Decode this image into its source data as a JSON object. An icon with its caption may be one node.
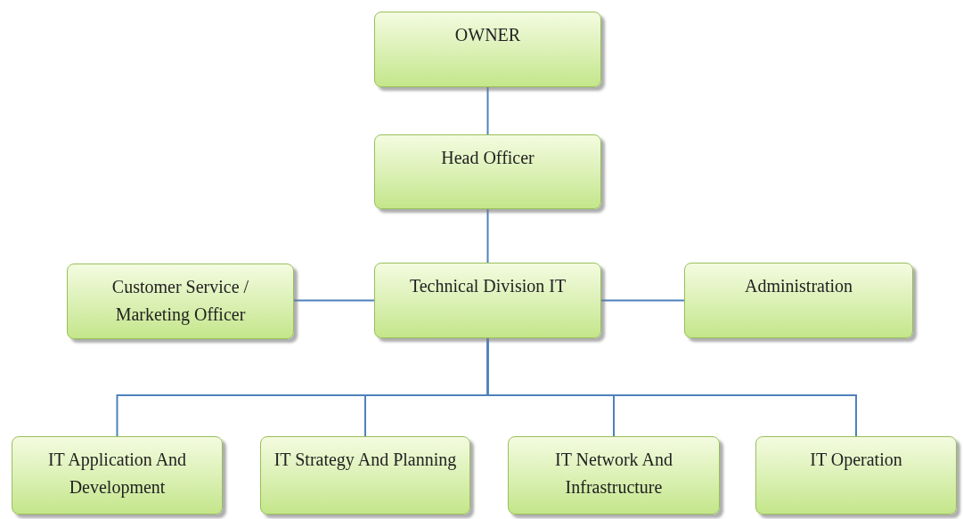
{
  "diagram": {
    "nodes": [
      {
        "text": [
          "OWNER"
        ]
      },
      {
        "text": [
          "Head Officer"
        ]
      },
      {
        "text": [
          "Customer Service / Marketing Officer"
        ]
      },
      {
        "text": [
          "Technical Division IT"
        ]
      },
      {
        "text": [
          "Administration"
        ]
      },
      {
        "text": [
          "IT Application And Development"
        ]
      },
      {
        "text": [
          "IT Strategy And Planning"
        ]
      },
      {
        "text": [
          "IT Network And Infrastructure"
        ]
      },
      {
        "text": [
          "IT Operation"
        ]
      }
    ],
    "edges": [
      {
        "from": 0,
        "to": 1,
        "arrow": "none"
      },
      {
        "from": 1,
        "to": 3,
        "arrow": "none"
      },
      {
        "from": 3,
        "to": 2,
        "arrow": "none"
      },
      {
        "from": 3,
        "to": 4,
        "arrow": "none"
      },
      {
        "from": 3,
        "to": 5,
        "arrow": "none"
      },
      {
        "from": 3,
        "to": 6,
        "arrow": "none"
      },
      {
        "from": 3,
        "to": 7,
        "arrow": "none"
      },
      {
        "from": 3,
        "to": 8,
        "arrow": "none"
      }
    ]
  }
}
